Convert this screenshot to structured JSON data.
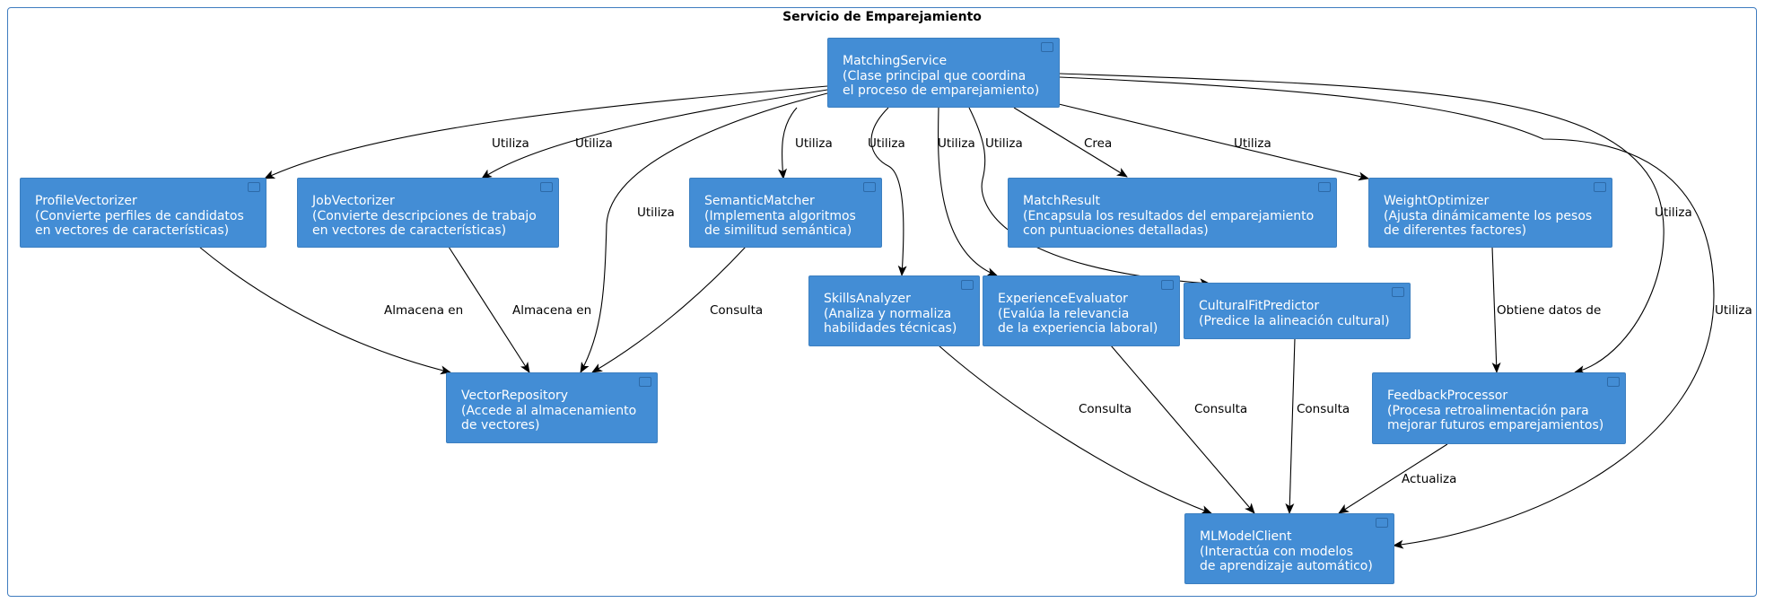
{
  "diagram": {
    "title": "Servicio de Emparejamiento",
    "colors": {
      "node_fill": "#438dd5",
      "node_text": "#ffffff",
      "frame_border": "#3f7cbf",
      "edge": "#000000"
    },
    "nodes": {
      "matching_service": [
        "MatchingService",
        "(Clase principal que coordina",
        "el proceso de emparejamiento)"
      ],
      "profile_vectorizer": [
        "ProfileVectorizer",
        "(Convierte perfiles de candidatos",
        "en vectores de características)"
      ],
      "job_vectorizer": [
        "JobVectorizer",
        "(Convierte descripciones de trabajo",
        "en vectores de características)"
      ],
      "semantic_matcher": [
        "SemanticMatcher",
        "(Implementa algoritmos",
        "de similitud semántica)"
      ],
      "match_result": [
        "MatchResult",
        "(Encapsula los resultados del emparejamiento",
        "con puntuaciones detalladas)"
      ],
      "weight_optimizer": [
        "WeightOptimizer",
        "(Ajusta dinámicamente los pesos",
        "de diferentes factores)"
      ],
      "skills_analyzer": [
        "SkillsAnalyzer",
        "(Analiza y normaliza",
        "habilidades técnicas)"
      ],
      "experience_evaluator": [
        "ExperienceEvaluator",
        "(Evalúa la relevancia",
        "de la experiencia laboral)"
      ],
      "cultural_fit_predictor": [
        "CulturalFitPredictor",
        "(Predice la alineación cultural)"
      ],
      "vector_repository": [
        "VectorRepository",
        "(Accede al almacenamiento",
        "de vectores)"
      ],
      "feedback_processor": [
        "FeedbackProcessor",
        "(Procesa retroalimentación para",
        "mejorar futuros emparejamientos)"
      ],
      "ml_model_client": [
        "MLModelClient",
        "(Interactúa con modelos",
        "de aprendizaje automático)"
      ]
    },
    "edge_labels": {
      "ms_profile": "Utiliza",
      "ms_job": "Utiliza",
      "ms_vector": "Utiliza",
      "ms_semantic": "Utiliza",
      "ms_skills": "Utiliza",
      "ms_experience": "Utiliza",
      "ms_cultural": "Utiliza",
      "ms_result": "Crea",
      "ms_weight": "Utiliza",
      "ms_feedback": "Utiliza",
      "ms_ml": "Utiliza",
      "profile_vector": "Almacena en",
      "job_vector": "Almacena en",
      "semantic_vector": "Consulta",
      "weight_feedback": "Obtiene datos de",
      "skills_ml": "Consulta",
      "experience_ml": "Consulta",
      "cultural_ml": "Consulta",
      "feedback_ml": "Actualiza"
    }
  }
}
